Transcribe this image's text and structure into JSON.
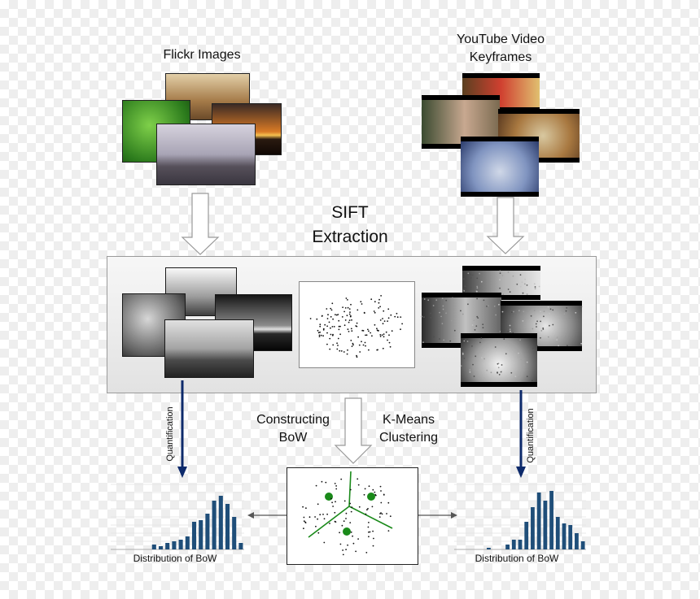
{
  "labels": {
    "flickr": "Flickr Images",
    "youtube_line1": "YouTube Video",
    "youtube_line2": "Keyframes",
    "sift_line1": "SIFT",
    "sift_line2": "Extraction",
    "constructing_line1": "Constructing",
    "constructing_line2": "BoW",
    "kmeans_line1": "K-Means",
    "kmeans_line2": "Clustering",
    "quantification_left": "Quantification",
    "quantification_right": "Quantification",
    "dist_left": "Distribution of BoW",
    "dist_right": "Distribution of BoW"
  },
  "colors": {
    "bar": "#1f4e79",
    "arrow_dark": "#0d2a6b",
    "cluster": "#1a8a1a"
  },
  "chart_data": [
    {
      "type": "bar",
      "title": "Distribution of BoW",
      "values": [
        0,
        0,
        0,
        0,
        0,
        0,
        0.3,
        0.2,
        0.4,
        0.5,
        0.6,
        0.8,
        1.7,
        1.8,
        2.2,
        3.0,
        3.3,
        2.8,
        2.0,
        0.4
      ],
      "ylim": [
        0,
        4
      ]
    },
    {
      "type": "bar",
      "title": "Distribution of BoW",
      "values": [
        0,
        0,
        0,
        0,
        0,
        0.1,
        0,
        0,
        0.3,
        0.6,
        0.6,
        1.7,
        2.6,
        3.5,
        3.0,
        3.6,
        2.0,
        1.6,
        1.5,
        1.0,
        0.5
      ],
      "ylim": [
        0,
        4
      ]
    }
  ]
}
